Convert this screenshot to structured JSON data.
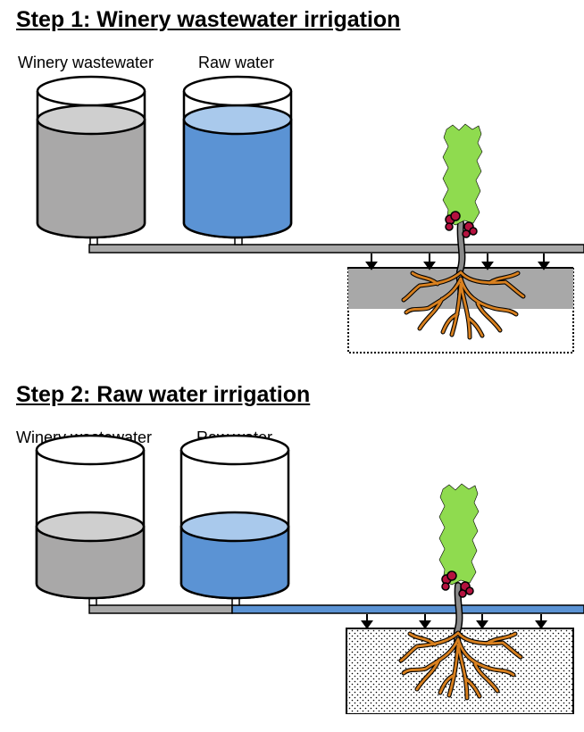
{
  "panels": [
    {
      "title": "Step 1: Winery wastewater irrigation",
      "tank_labels": [
        "Winery wastewater",
        "Raw water"
      ],
      "wastewater_level": 0.88,
      "rawwater_level": 0.88,
      "pipe_left_color": "#a8a8a8",
      "pipe_right_color": "#a8a8a8",
      "soil_state": "wastewater band (grey)"
    },
    {
      "title": "Step 2: Raw water irrigation",
      "tank_labels": [
        "Winery wastewater",
        "Raw water"
      ],
      "wastewater_level": 0.55,
      "rawwater_level": 0.55,
      "pipe_left_color": "#a8a8a8",
      "pipe_right_color": "#5b93d4",
      "soil_state": "stippled (leached)"
    }
  ],
  "colors": {
    "wastewater": "#a9a8a8",
    "wastewater_top": "#cfcfcf",
    "rawwater": "#5b93d4",
    "rawwater_top": "#a9c9ec",
    "foliage": "#8fdb4f",
    "roots": "#d8801f",
    "grapes": "#b5123f",
    "trunk": "#8a8a8a"
  }
}
